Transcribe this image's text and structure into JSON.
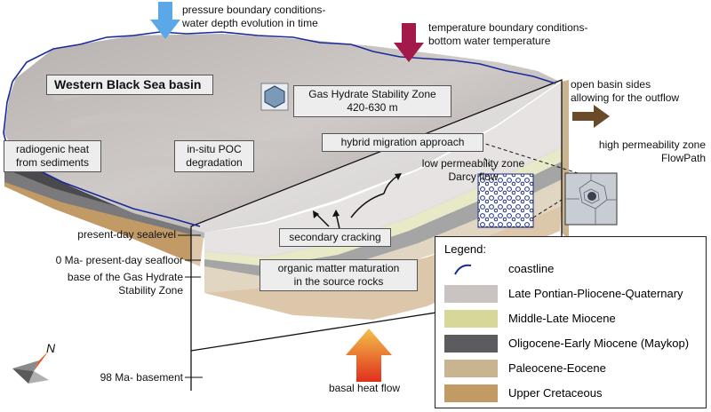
{
  "labels": {
    "pressure_bc": "pressure boundary conditions-\nwater depth evolution in time",
    "temperature_bc": "temperature boundary conditions-\nbottom water temperature",
    "open_basin": "open basin sides\nallowing for the outflow",
    "high_perm": "high permeability zone\nFlowPath",
    "low_perm": "low permeability zone\nDarcy flow",
    "radiogenic": "radiogenic heat\nfrom sediments",
    "insitu": "in-situ POC\ndegradation",
    "hybrid": "hybrid migration approach",
    "secondary": "secondary cracking",
    "organic": "organic matter maturation\nin the source rocks",
    "present_sealevel": "present-day sealevel",
    "seafloor": "0 Ma- present-day seafloor",
    "ghsz_base": "base of the Gas Hydrate\nStability Zone",
    "basement": "98 Ma- basement",
    "basal_heat": "basal heat flow",
    "basin_title": "Western Black Sea basin",
    "ghsz_title": "Gas Hydrate Stability Zone\n420-630 m",
    "north": "N"
  },
  "legend": {
    "title": "Legend:",
    "items": [
      {
        "label": "coastline",
        "color": "#1a2a9a",
        "kind": "line"
      },
      {
        "label": "Late Pontian-Pliocene-Quaternary",
        "color": "#c9c3c1",
        "kind": "fill"
      },
      {
        "label": "Middle-Late Miocene",
        "color": "#d6d89a",
        "kind": "fill"
      },
      {
        "label": "Oligocene-Early Miocene (Maykop)",
        "color": "#5c5c5e",
        "kind": "fill"
      },
      {
        "label": "Paleocene-Eocene",
        "color": "#c8b48e",
        "kind": "fill"
      },
      {
        "label": "Upper Cretaceous",
        "color": "#c19a66",
        "kind": "fill"
      }
    ]
  },
  "colors": {
    "pressure_arrow": "#5aa8e8",
    "temperature_arrow": "#a3194a",
    "outflow_arrow": "#6b4a2a",
    "heat_arrow_top": "#f2c14a",
    "heat_arrow_bottom": "#e0301c",
    "north_arrow": "#e05a20"
  }
}
